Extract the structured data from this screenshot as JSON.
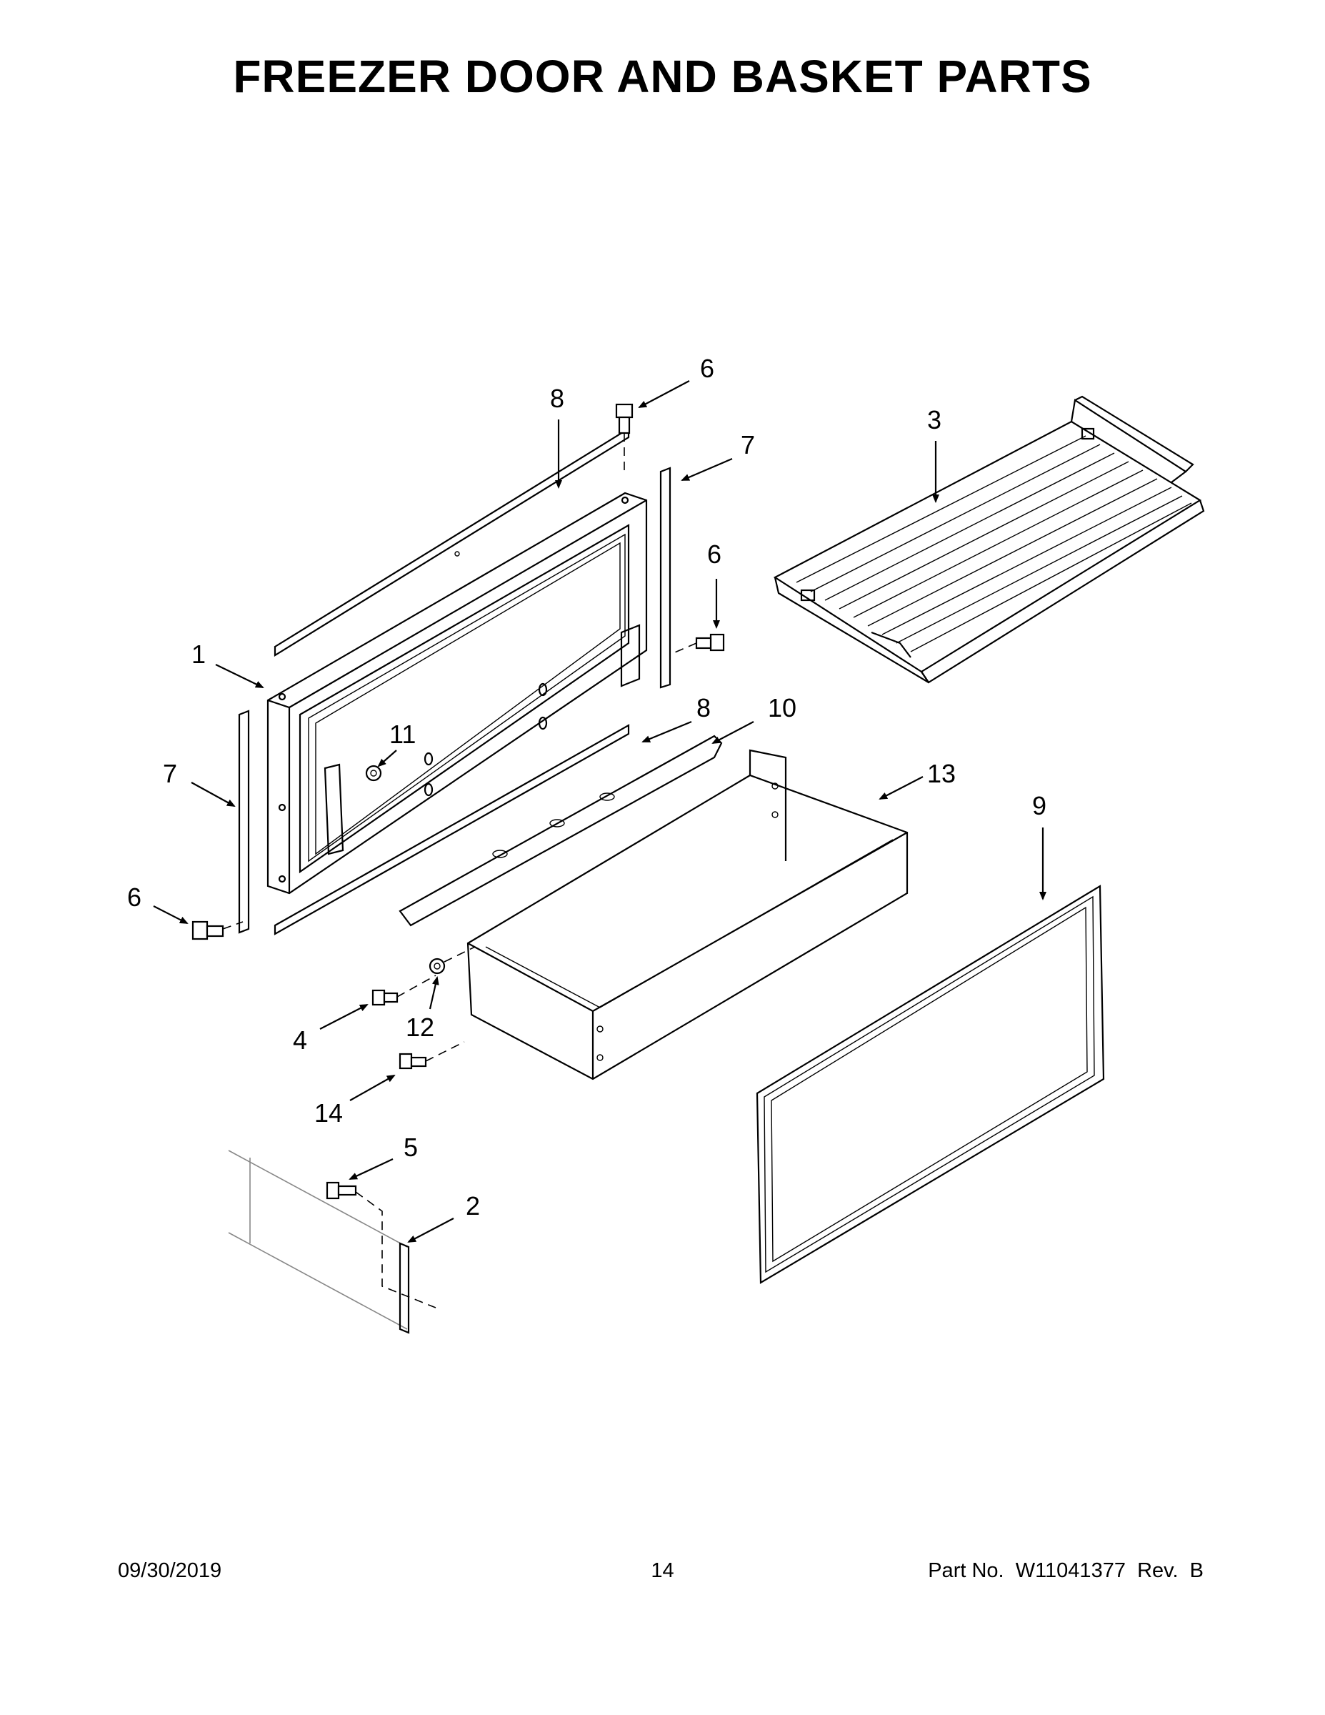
{
  "title": "FREEZER DOOR AND BASKET PARTS",
  "footer": {
    "date": "09/30/2019",
    "page_number": "14",
    "part_number": "Part No.  W11041377  Rev.  B"
  },
  "callouts": {
    "c1": "1",
    "c2": "2",
    "c3": "3",
    "c4": "4",
    "c5": "5",
    "c6a": "6",
    "c6b": "6",
    "c6c": "6",
    "c7a": "7",
    "c7b": "7",
    "c8a": "8",
    "c8b": "8",
    "c9": "9",
    "c10": "10",
    "c11": "11",
    "c12": "12",
    "c13": "13",
    "c14": "14"
  }
}
